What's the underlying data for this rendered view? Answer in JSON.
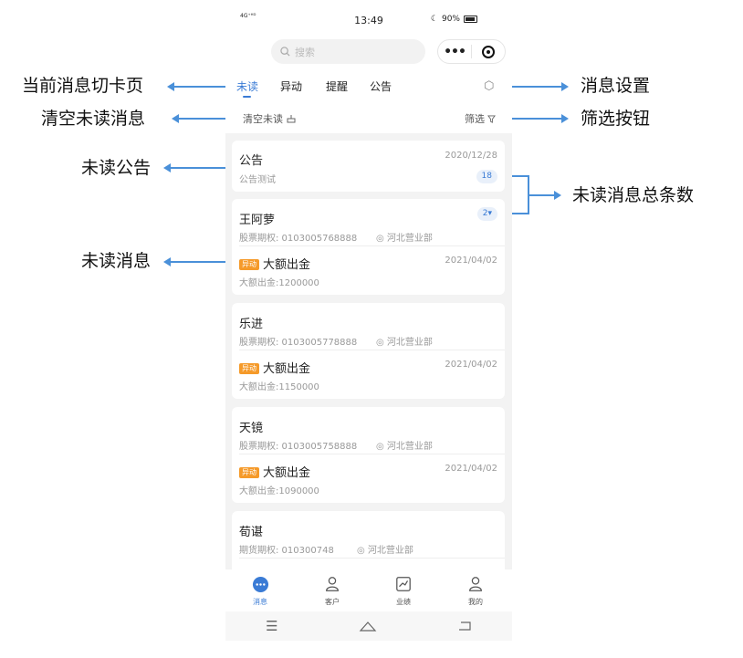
{
  "annotations": {
    "current_tab": "当前消息切卡页",
    "clear_unread": "清空未读消息",
    "unread_notice": "未读公告",
    "unread_message": "未读消息",
    "message_settings": "消息设置",
    "filter_button": "筛选按钮",
    "unread_total": "未读消息总条数"
  },
  "statusbar": {
    "network": "4G⁺ᴴᴰ",
    "time": "13:49",
    "battery": "90%"
  },
  "search": {
    "placeholder": "搜索"
  },
  "tabs": [
    {
      "label": "未读"
    },
    {
      "label": "异动"
    },
    {
      "label": "提醒"
    },
    {
      "label": "公告"
    }
  ],
  "toolbar": {
    "clear_label": "清空未读",
    "filter_label": "筛选"
  },
  "notice_card": {
    "title": "公告",
    "subtitle": "公告测试",
    "date": "2020/12/28",
    "count": "18"
  },
  "client_cards": [
    {
      "name": "王阿萝",
      "account": "股票期权: 0103005768888",
      "branch": "河北营业部",
      "badge": "2▾",
      "tag": "异动",
      "event": "大额出金",
      "date": "2021/04/02",
      "detail": "大额出金:1200000"
    },
    {
      "name": "乐进",
      "account": "股票期权: 0103005778888",
      "branch": "河北营业部",
      "tag": "异动",
      "event": "大额出金",
      "date": "2021/04/02",
      "detail": "大额出金:1150000"
    },
    {
      "name": "天镜",
      "account": "股票期权: 0103005758888",
      "branch": "河北营业部",
      "tag": "异动",
      "event": "大额出金",
      "date": "2021/04/02",
      "detail": "大额出金:1090000"
    },
    {
      "name": "荀谌",
      "account": "期货期权: 010300748",
      "branch": "河北营业部"
    }
  ],
  "tabbar": [
    {
      "label": "消息"
    },
    {
      "label": "客户"
    },
    {
      "label": "业绩"
    },
    {
      "label": "我的"
    }
  ],
  "colors": {
    "accent": "#3a7bd5",
    "tag": "#f59a2a",
    "annotation_arrow": "#4a90d9"
  }
}
